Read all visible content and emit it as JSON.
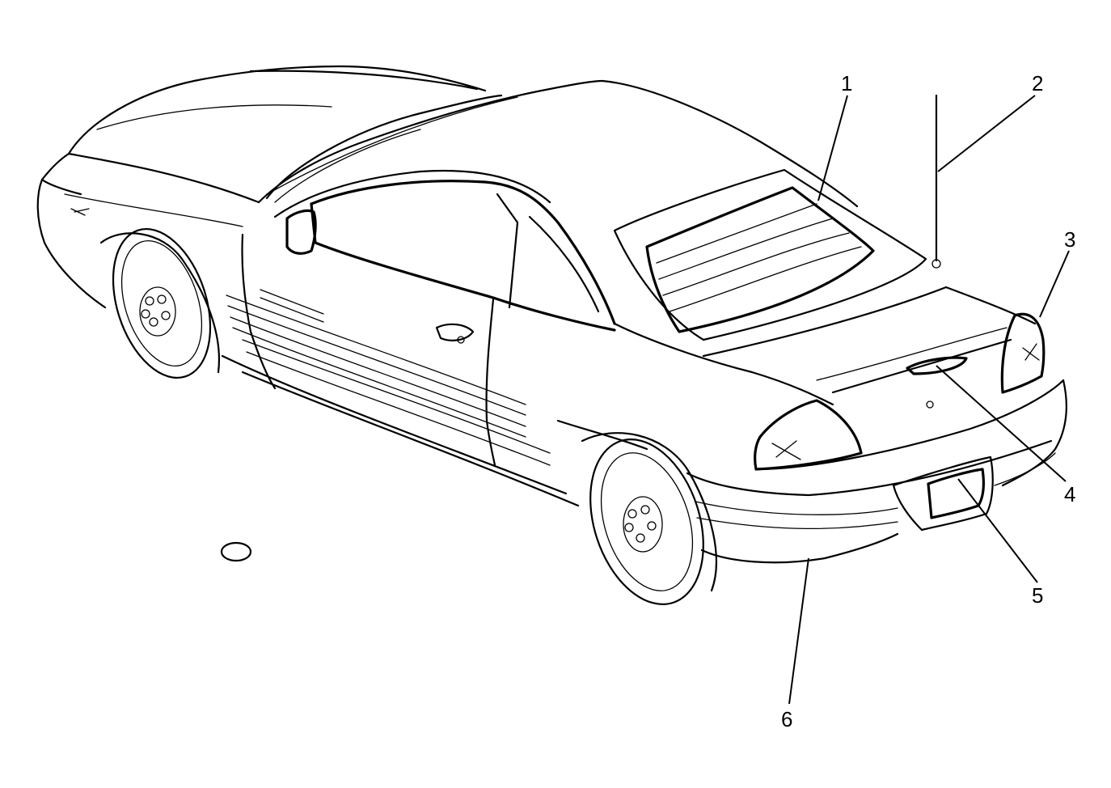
{
  "callouts": [
    {
      "id": "1",
      "label": "1"
    },
    {
      "id": "2",
      "label": "2"
    },
    {
      "id": "3",
      "label": "3"
    },
    {
      "id": "4",
      "label": "4"
    },
    {
      "id": "5",
      "label": "5"
    },
    {
      "id": "6",
      "label": "6"
    }
  ],
  "colors": {
    "ink": "#000000",
    "paper": "#ffffff"
  }
}
